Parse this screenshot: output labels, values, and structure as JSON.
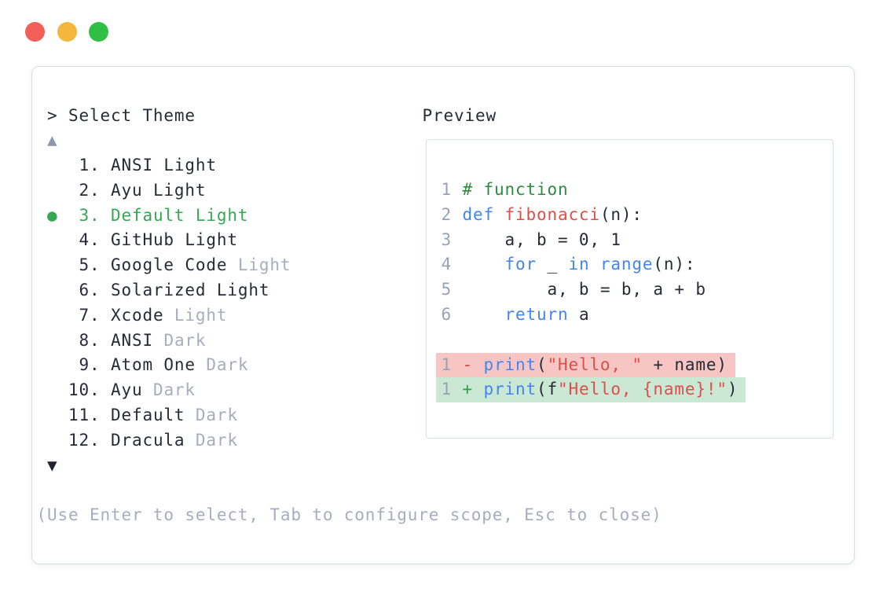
{
  "window": {
    "controls": [
      "close",
      "minimize",
      "zoom"
    ]
  },
  "theme_list": {
    "prompt": "> Select Theme",
    "scroll_up_indicator": "▲",
    "scroll_down_indicator": "▼",
    "selected_marker": "●",
    "items": [
      {
        "number": "1.",
        "name": "ANSI Light",
        "suffix": "",
        "selected": false
      },
      {
        "number": "2.",
        "name": "Ayu Light",
        "suffix": "",
        "selected": false
      },
      {
        "number": "3.",
        "name": "Default Light",
        "suffix": "",
        "selected": true
      },
      {
        "number": "4.",
        "name": "GitHub Light",
        "suffix": "",
        "selected": false
      },
      {
        "number": "5.",
        "name": "Google Code",
        "suffix": "Light",
        "selected": false
      },
      {
        "number": "6.",
        "name": "Solarized Light",
        "suffix": "",
        "selected": false
      },
      {
        "number": "7.",
        "name": "Xcode",
        "suffix": "Light",
        "selected": false
      },
      {
        "number": "8.",
        "name": "ANSI",
        "suffix": "Dark",
        "selected": false
      },
      {
        "number": "9.",
        "name": "Atom One",
        "suffix": "Dark",
        "selected": false
      },
      {
        "number": "10.",
        "name": "Ayu",
        "suffix": "Dark",
        "selected": false
      },
      {
        "number": "11.",
        "name": "Default",
        "suffix": "Dark",
        "selected": false
      },
      {
        "number": "12.",
        "name": "Dracula",
        "suffix": "Dark",
        "selected": false
      }
    ],
    "help_text": "(Use Enter to select, Tab to configure scope, Esc to close)"
  },
  "preview": {
    "label": "Preview",
    "code_lines": [
      {
        "segments": [
          {
            "text": "1 ",
            "cls": "ln"
          },
          {
            "text": "# function",
            "cls": "com"
          }
        ]
      },
      {
        "segments": [
          {
            "text": "2 ",
            "cls": "ln"
          },
          {
            "text": "def ",
            "cls": "kw"
          },
          {
            "text": "fibonacci",
            "cls": "fn"
          },
          {
            "text": "(n):",
            "cls": "d"
          }
        ]
      },
      {
        "segments": [
          {
            "text": "3 ",
            "cls": "ln"
          },
          {
            "text": "    a, b = 0, 1",
            "cls": "d"
          }
        ]
      },
      {
        "segments": [
          {
            "text": "4 ",
            "cls": "ln"
          },
          {
            "text": "    ",
            "cls": "d"
          },
          {
            "text": "for",
            "cls": "kw"
          },
          {
            "text": " _ ",
            "cls": "d"
          },
          {
            "text": "in range",
            "cls": "kw"
          },
          {
            "text": "(n):",
            "cls": "d"
          }
        ]
      },
      {
        "segments": [
          {
            "text": "5 ",
            "cls": "ln"
          },
          {
            "text": "        a, b = b, a + b",
            "cls": "d"
          }
        ]
      },
      {
        "segments": [
          {
            "text": "6 ",
            "cls": "ln"
          },
          {
            "text": "    ",
            "cls": "d"
          },
          {
            "text": "return",
            "cls": "kw"
          },
          {
            "text": " a",
            "cls": "d"
          }
        ]
      },
      {
        "segments": []
      },
      {
        "diff": "removed",
        "segments": [
          {
            "text": "1 ",
            "cls": "ln"
          },
          {
            "text": "- ",
            "cls": "minus"
          },
          {
            "text": "print",
            "cls": "kw"
          },
          {
            "text": "(",
            "cls": "d"
          },
          {
            "text": "\"Hello, \"",
            "cls": "str"
          },
          {
            "text": " + name)",
            "cls": "d"
          }
        ]
      },
      {
        "diff": "added",
        "segments": [
          {
            "text": "1 ",
            "cls": "ln"
          },
          {
            "text": "+ ",
            "cls": "plus"
          },
          {
            "text": "print",
            "cls": "kw"
          },
          {
            "text": "(f",
            "cls": "d"
          },
          {
            "text": "\"Hello, {name}!\"",
            "cls": "str"
          },
          {
            "text": ")",
            "cls": "d"
          }
        ]
      }
    ]
  },
  "colors": {
    "text_dark": "#262b35",
    "text_muted": "#a6aebc",
    "selected_green": "#34a853",
    "keyword_blue": "#4484f3",
    "accent_red": "#dd4f4a",
    "comment_green": "#2e8b3e",
    "linenum_gray": "#9aa2b1",
    "diff_removed_bg": "#f7c6c4",
    "diff_added_bg": "#cbe8d5",
    "diff_minus": "#d5443f",
    "diff_plus": "#2e9e4a",
    "scroll_up_gray": "#8e99ac",
    "panel_border": "#d9dde4",
    "traffic_red": "#f15f58",
    "traffic_yellow": "#f4b63c",
    "traffic_green": "#2fbf44"
  }
}
